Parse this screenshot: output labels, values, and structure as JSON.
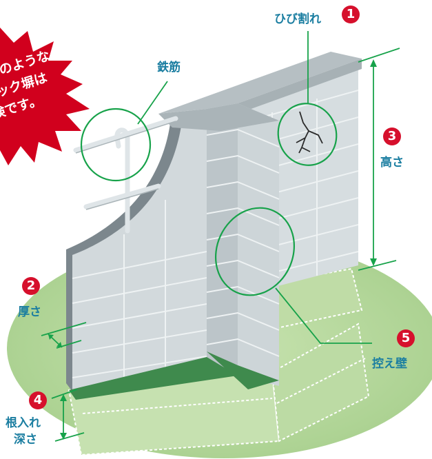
{
  "labels": {
    "rebar": "鉄筋",
    "crack": "ひび割れ",
    "height": "高さ",
    "thickness": "厚さ",
    "embed_line1": "根入れ",
    "embed_line2": "深さ",
    "buttress": "控え壁"
  },
  "numbers": {
    "crack": "1",
    "thickness": "2",
    "height": "3",
    "embed": "4",
    "buttress": "5"
  },
  "warning": {
    "line1": "のような",
    "line2": "ック塀は",
    "line3": "険です。"
  },
  "colors": {
    "accent_green": "#17a24a",
    "label_blue": "#1b7ea1",
    "badge_red": "#d6102c",
    "burst_red": "#d1001d",
    "ground": "#b6d89b",
    "wall_front": "#d2d9dc",
    "wall_top": "#b7c0c4",
    "wall_cut": "#7c878d"
  }
}
